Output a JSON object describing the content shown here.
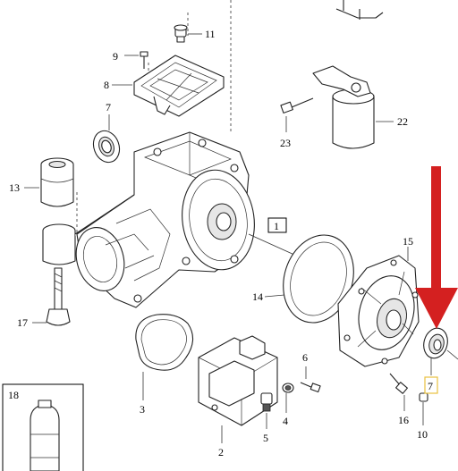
{
  "labels": {
    "p1": "1",
    "p2": "2",
    "p3": "3",
    "p4": "4",
    "p5": "5",
    "p6": "6",
    "p7a": "7",
    "p7b": "7",
    "p8": "8",
    "p9": "9",
    "p10": "10",
    "p11": "11",
    "p13": "13",
    "p14": "14",
    "p15": "15",
    "p16": "16",
    "p17": "17",
    "p18": "18",
    "p22": "22",
    "p23": "23"
  },
  "colors": {
    "arrow": "#d42020",
    "highlight_box": "#e8c040",
    "line": "#222222"
  },
  "icons": {
    "pointer": "down-arrow-icon"
  }
}
